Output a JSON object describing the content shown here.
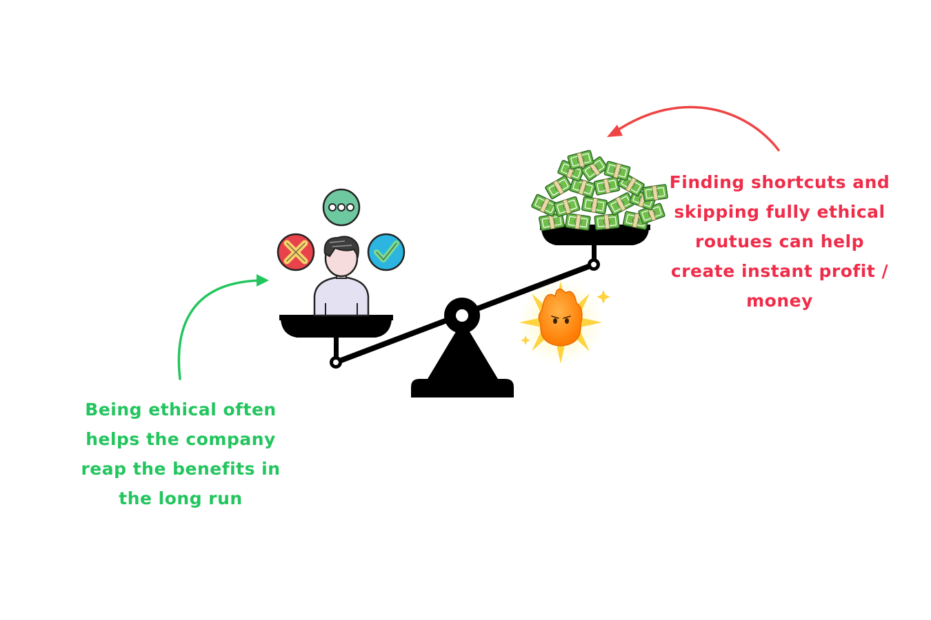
{
  "colors": {
    "ethical_green": "#22c55e",
    "shortcut_red": "#ef2d4a",
    "scale_black": "#000000",
    "money_green": "#6fbf4a",
    "money_band": "#e8d9a8",
    "burst_orange": "#ff8a00",
    "burst_yellow": "#ffd23f",
    "reject_red": "#e8424a",
    "neutral_mint": "#6ec9a0",
    "approve_blue": "#2bb5e0",
    "shirt_lavender": "#e4e2f2"
  },
  "icons": {
    "scale": "balance-scale-icon",
    "person": "person-icon",
    "reject": "cross-icon",
    "neutral": "ellipsis-icon",
    "approve": "check-icon",
    "money": "money-pile-icon",
    "burst": "flaming-sun-icon"
  },
  "left_caption": {
    "lines": [
      "Being ethical often",
      "helps the company",
      "reap the benefits in",
      "the long run"
    ]
  },
  "right_caption": {
    "lines": [
      "Finding shortcuts and",
      "skipping fully ethical",
      "routues can help",
      "create instant profit /",
      "money"
    ]
  }
}
